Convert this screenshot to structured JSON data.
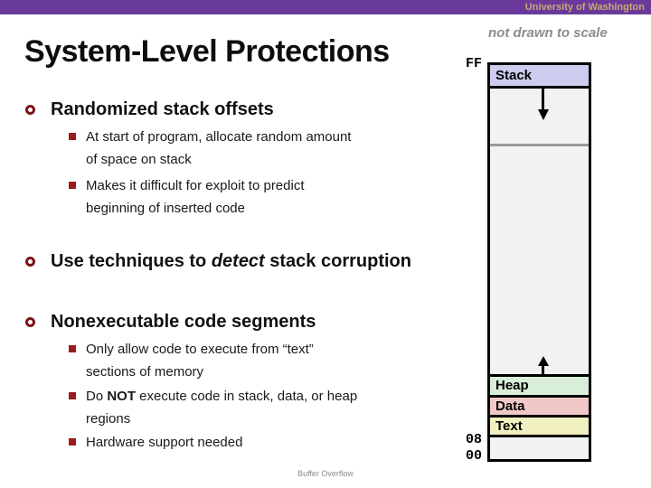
{
  "banner": {
    "text": "University of Washington"
  },
  "slide": {
    "title": "System-Level Protections",
    "note": "not drawn to scale",
    "footer": "Buffer Overflow"
  },
  "bullets": {
    "b1": {
      "label": "Randomized stack offsets",
      "sub1": "At start of program, allocate random amount\nof space on stack",
      "sub2": "Makes it difficult for exploit to predict\nbeginning of inserted code"
    },
    "b2": {
      "prefix": "Use techniques to ",
      "emphasis": "detect",
      "suffix": " stack corruption"
    },
    "b3": {
      "label": "Nonexecutable code segments",
      "sub1": "Only allow code to execute from “text”\nsections of memory",
      "sub2_prefix": "Do ",
      "sub2_bold": "NOT",
      "sub2_suffix": " execute code in stack, data, or heap\nregions",
      "sub3": "Hardware support needed"
    }
  },
  "memory_map": {
    "address_top": "FF",
    "address_mid": "08",
    "address_bottom": "00",
    "segments": {
      "stack": "Stack",
      "heap": "Heap",
      "data": "Data",
      "text": "Text"
    }
  },
  "colors": {
    "banner_purple": "#6a3a9b",
    "banner_gold": "#c9a96e",
    "bullet_maroon": "#7b1416",
    "sub_bullet_maroon": "#9b1b1b",
    "stack_fill": "#ccccee",
    "heap_fill": "#d8eed8",
    "data_fill": "#f0c8c8",
    "text_fill": "#f0f0c0",
    "unused_fill": "#f2f2f2",
    "divider_gray": "#999999",
    "note_gray": "#8c8c8c"
  }
}
